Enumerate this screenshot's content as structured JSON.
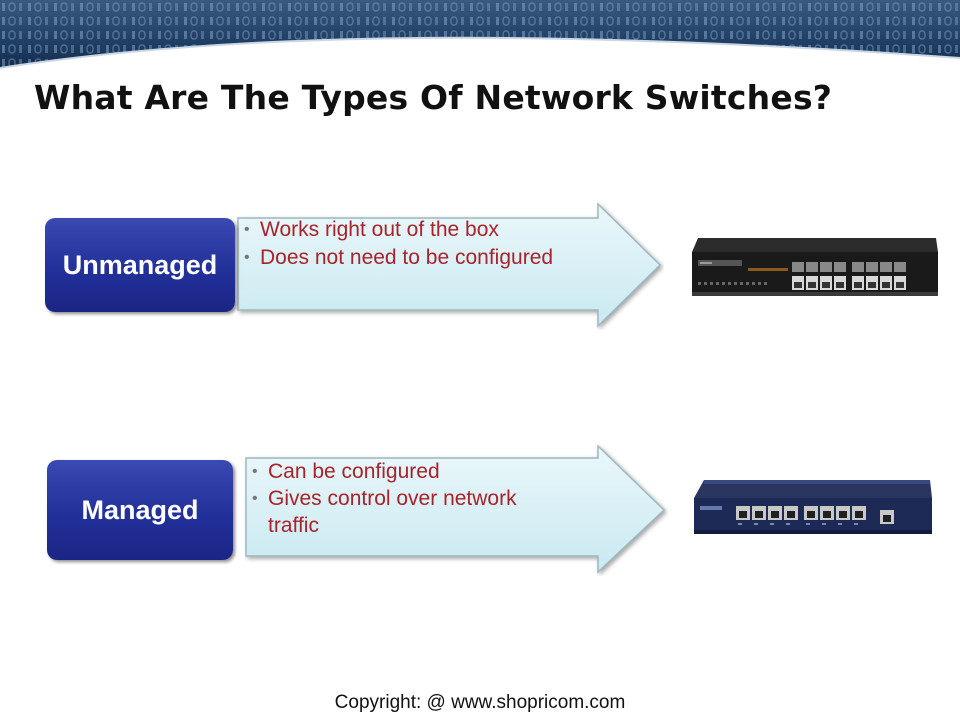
{
  "slide": {
    "title": "What Are The Types Of Network Switches?",
    "footer": "Copyright: @ www.shopricom.com"
  },
  "switch_types": [
    {
      "label": "Unmanaged",
      "bullets": [
        "Works right out of the box",
        "Does not need to be configured"
      ]
    },
    {
      "label": "Managed",
      "bullets": [
        "Can be configured",
        "Gives control over network traffic"
      ]
    }
  ],
  "colors": {
    "label_box": "#22309a",
    "bullet_text": "#a8232a",
    "arrow_fill": "#d3eef4",
    "banner": "#102a50"
  },
  "icons": [
    "unmanaged-switch-icon",
    "managed-switch-icon",
    "binary-banner-icon"
  ]
}
